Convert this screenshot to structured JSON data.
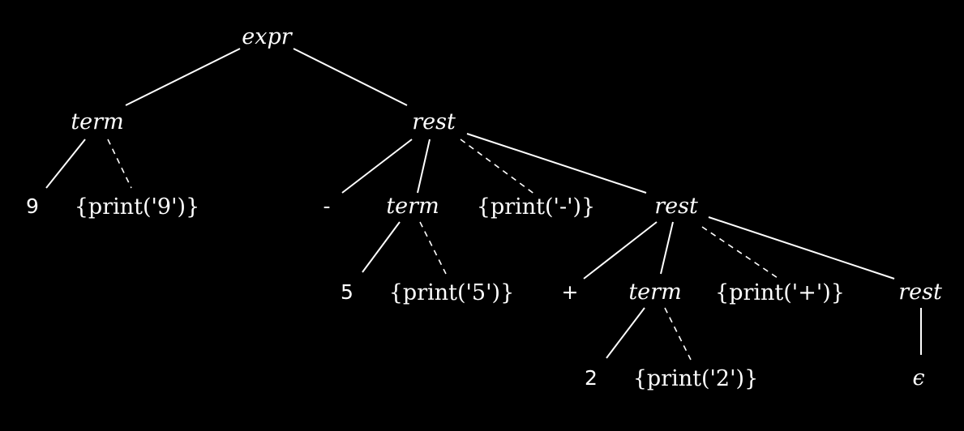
{
  "nodes": {
    "expr": "expr",
    "term1": "term",
    "rest1": "rest",
    "nine": "9",
    "act9": "{print('9')}",
    "minus": "-",
    "term2": "term",
    "actMinus": "{print('-')}",
    "rest2": "rest",
    "five": "5",
    "act5": "{print('5')}",
    "plus": "+",
    "term3": "term",
    "actPlus": "{print('+')}",
    "rest3": "rest",
    "two": "2",
    "act2": "{print('2')}",
    "eps": "ϵ"
  }
}
